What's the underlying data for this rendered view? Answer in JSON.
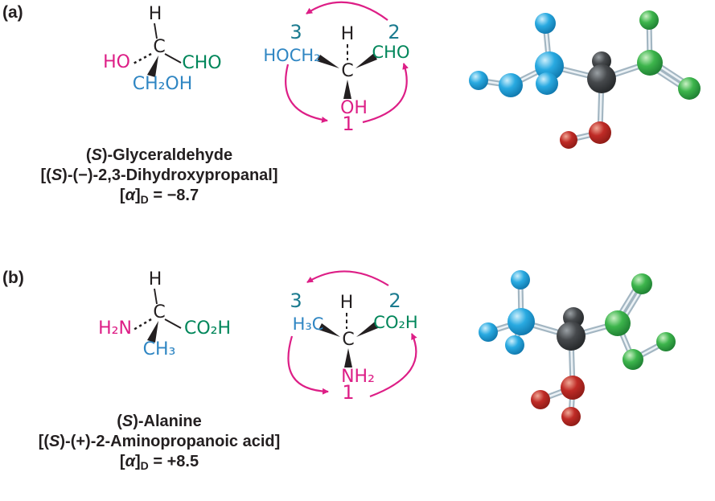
{
  "colors": {
    "magenta": "#dd1e86",
    "green": "#00865a",
    "blue": "#2f86c3",
    "teal_number": "#1b7b8f",
    "text_black": "#231f20",
    "atom_blue": "#29aae1",
    "atom_green": "#3db54c",
    "atom_red": "#bf2b26",
    "atom_dark": "#46494c",
    "stick_gray": "#a3b6c2"
  },
  "section_a": {
    "label": "(a)",
    "wedge_structure": {
      "top": "H",
      "center": "C",
      "left": "HO",
      "right": "CHO",
      "bottom": "CH₂OH"
    },
    "priority_structure": {
      "top": "H",
      "center": "C",
      "left": "HOCH₂",
      "right": "CHO",
      "bottom": "OH",
      "priority_left": "3",
      "priority_right": "2",
      "priority_bottom": "1"
    },
    "caption": {
      "name_pre": "(",
      "name_stereo": "S",
      "name_post": ")-Glyceraldehyde",
      "iupac_pre": "[(",
      "iupac_stereo": "S",
      "iupac_post": ")-(−)-2,3-Dihydroxypropanal]",
      "rot_open": "[",
      "rot_alpha": "α",
      "rot_close": "]",
      "rot_sub": "D",
      "rot_eq": " = −8.7"
    }
  },
  "section_b": {
    "label": "(b)",
    "wedge_structure": {
      "top": "H",
      "center": "C",
      "left": "H₂N",
      "right": "CO₂H",
      "bottom": "CH₃"
    },
    "priority_structure": {
      "top": "H",
      "center": "C",
      "left": "H₃C",
      "right": "CO₂H",
      "bottom": "NH₂",
      "priority_left": "3",
      "priority_right": "2",
      "priority_bottom": "1"
    },
    "caption": {
      "name_pre": "(",
      "name_stereo": "S",
      "name_post": ")-Alanine",
      "iupac_pre": "[(",
      "iupac_stereo": "S",
      "iupac_post": ")-(+)-2-Aminopropanoic acid]",
      "rot_open": "[",
      "rot_alpha": "α",
      "rot_close": "]",
      "rot_sub": "D",
      "rot_eq": " = +8.5"
    }
  }
}
